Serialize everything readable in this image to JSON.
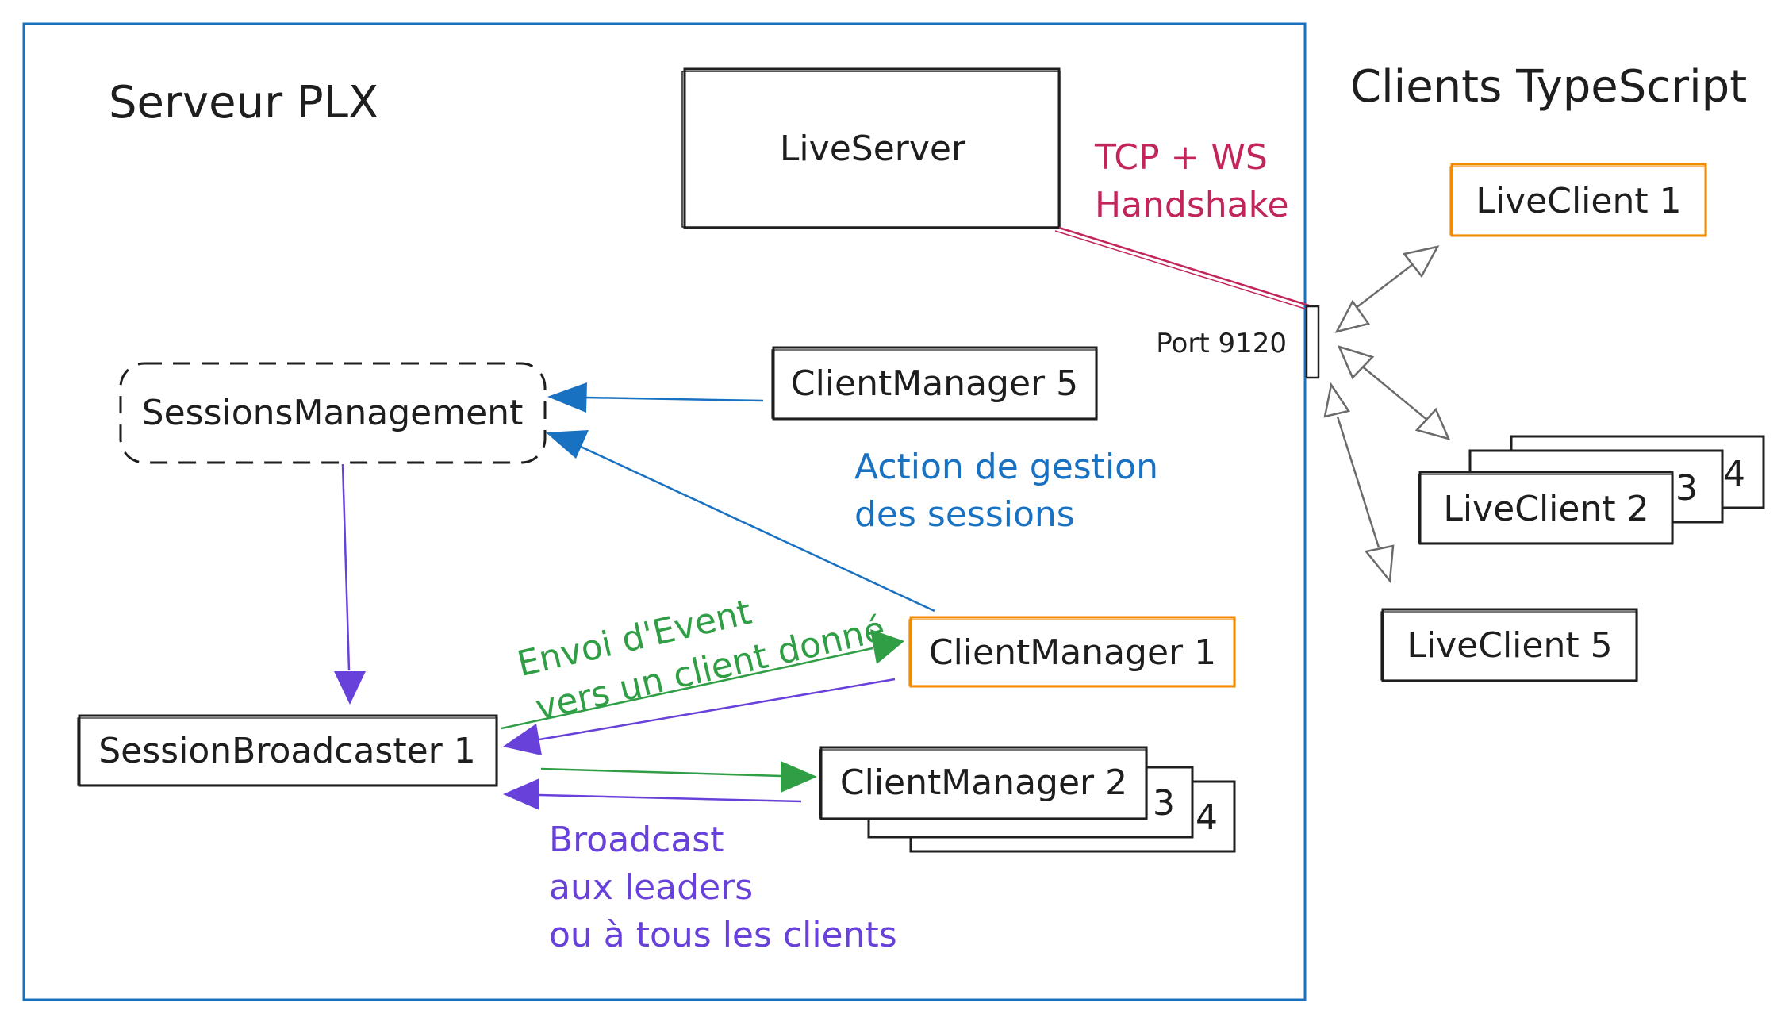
{
  "colors": {
    "ink": "#1e1e1e",
    "server_frame": "#1971c2",
    "handshake": "#c2255c",
    "session_action": "#1971c2",
    "event": "#2f9e44",
    "broadcast": "#6741d9",
    "highlight": "#f08c00",
    "client_link": "#6b6b6b"
  },
  "server": {
    "title": "Serveur PLX",
    "live_server": "LiveServer",
    "sessions_management": "SessionsManagement",
    "session_broadcaster": "SessionBroadcaster 1",
    "client_manager_5": "ClientManager 5",
    "client_manager_1": "ClientManager 1",
    "client_manager_2": "ClientManager 2",
    "client_manager_3": "3",
    "client_manager_4": "4",
    "port": "Port 9120"
  },
  "clients": {
    "title": "Clients TypeScript",
    "live_client_1": "LiveClient 1",
    "live_client_2": "LiveClient 2",
    "live_client_3": "3",
    "live_client_4": "4",
    "live_client_5": "LiveClient 5"
  },
  "notes": {
    "handshake": [
      "TCP + WS",
      "Handshake"
    ],
    "session_action": [
      "Action de gestion",
      "des sessions"
    ],
    "event": [
      "Envoi d'Event",
      "vers un client donné"
    ],
    "broadcast": [
      "Broadcast",
      "aux leaders",
      "ou à tous les clients"
    ]
  }
}
